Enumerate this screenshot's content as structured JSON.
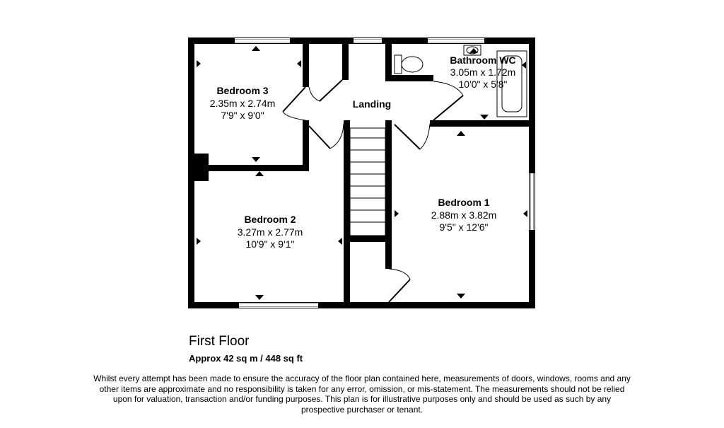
{
  "rooms": {
    "bedroom3": {
      "name": "Bedroom 3",
      "metric": "2.35m x 2.74m",
      "imperial": "7'9\" x 9'0\""
    },
    "bathroom": {
      "name": "Bathroom WC",
      "metric": "3.05m x 1.72m",
      "imperial": "10'0\" x 5'8\""
    },
    "landing": {
      "name": "Landing"
    },
    "bedroom1": {
      "name": "Bedroom 1",
      "metric": "2.88m x 3.82m",
      "imperial": "9'5\" x 12'6\""
    },
    "bedroom2": {
      "name": "Bedroom 2",
      "metric": "3.27m x 2.77m",
      "imperial": "10'9\" x 9'1\""
    }
  },
  "floor": {
    "title": "First Floor",
    "area": "Approx 42 sq m / 448 sq ft"
  },
  "disclaimer": "Whilst every attempt has been made to ensure the accuracy of the floor plan contained here, measurements of doors, windows, rooms and any other items are approximate and no responsibility is taken for any error, omission, or mis-statement. The measurements should not be relied upon for valuation, transaction and/or funding purposes. This plan is for illustrative purposes only and should be used as such by any prospective purchaser or tenant.",
  "colors": {
    "wall": "#000000",
    "background": "#ffffff",
    "window": "#c8c8c8"
  }
}
